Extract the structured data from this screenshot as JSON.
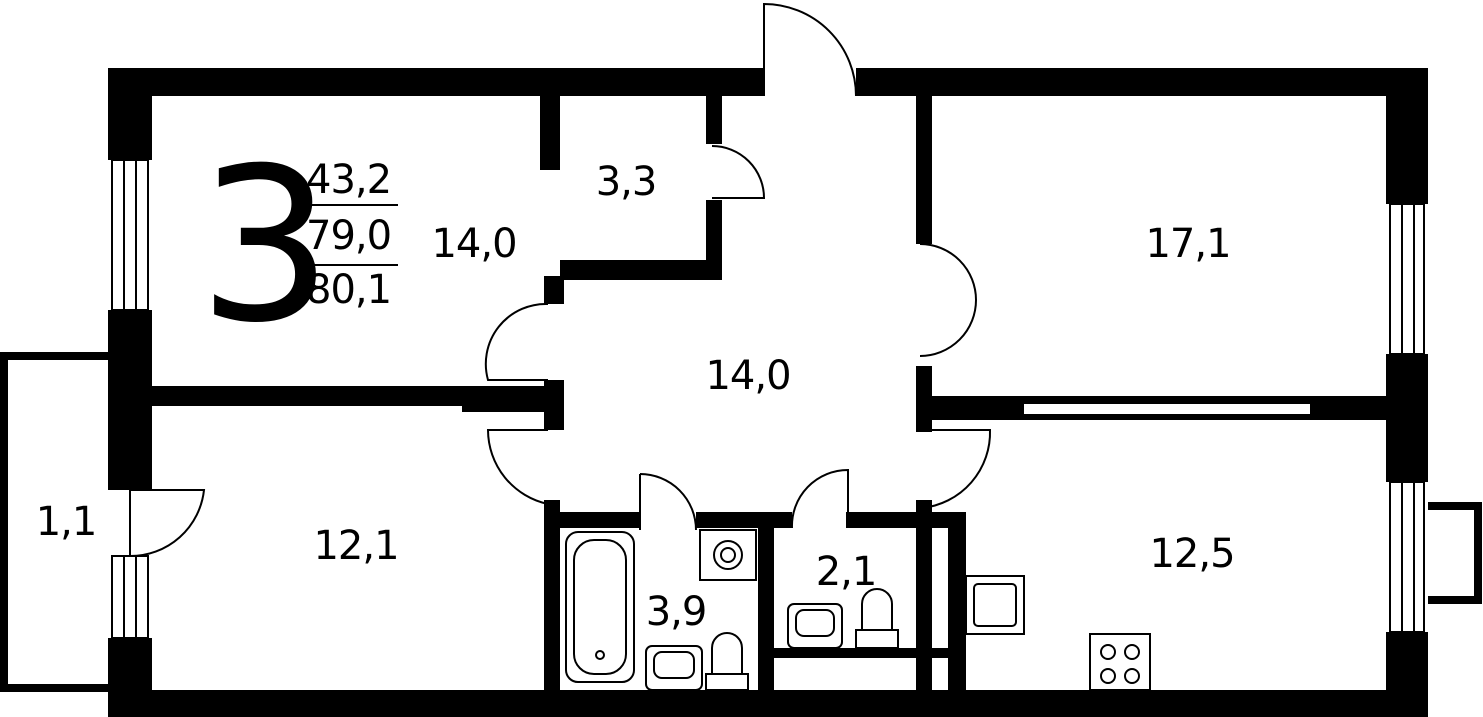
{
  "plan_summary": {
    "rooms_count": "3",
    "areas": [
      "43,2",
      "79,0",
      "80,1"
    ]
  },
  "rooms": [
    {
      "id": "living-left",
      "area": "14,0"
    },
    {
      "id": "storage",
      "area": "3,3"
    },
    {
      "id": "bedroom-right",
      "area": "17,1"
    },
    {
      "id": "hall",
      "area": "14,0"
    },
    {
      "id": "balcony",
      "area": "1,1"
    },
    {
      "id": "bedroom-left",
      "area": "12,1"
    },
    {
      "id": "kitchen",
      "area": "12,5"
    },
    {
      "id": "bathroom",
      "area": "3,9"
    },
    {
      "id": "toilet",
      "area": "2,1"
    }
  ],
  "colors": {
    "wall": "#000000",
    "background": "#ffffff"
  }
}
